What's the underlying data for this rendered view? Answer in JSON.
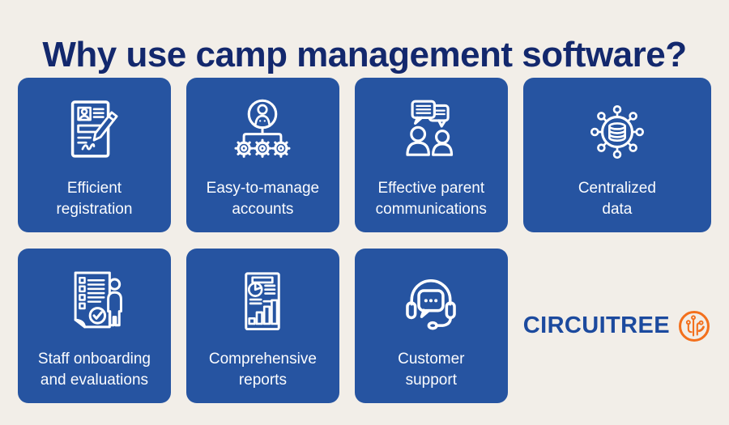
{
  "title": "Why use camp management software?",
  "tiles": [
    {
      "label": "Efficient\nregistration",
      "icon": "registration-form-icon"
    },
    {
      "label": "Easy-to-manage\naccounts",
      "icon": "account-hierarchy-icon"
    },
    {
      "label": "Effective parent\ncommunications",
      "icon": "parent-chat-icon"
    },
    {
      "label": "Centralized\ndata",
      "icon": "database-network-icon"
    },
    {
      "label": "Staff onboarding\nand evaluations",
      "icon": "checklist-person-icon"
    },
    {
      "label": "Comprehensive\nreports",
      "icon": "report-charts-icon"
    },
    {
      "label": "Customer\nsupport",
      "icon": "headset-chat-icon"
    }
  ],
  "logo": {
    "wordmark": "CIRCUITREE",
    "icon": "circuit-tree-icon"
  },
  "colors": {
    "background": "#f2eee8",
    "tile": "#2654a1",
    "title": "#13286d",
    "tile_text": "#fbfcfe",
    "logo_blue": "#1c4a9e",
    "logo_orange": "#f3701d"
  }
}
